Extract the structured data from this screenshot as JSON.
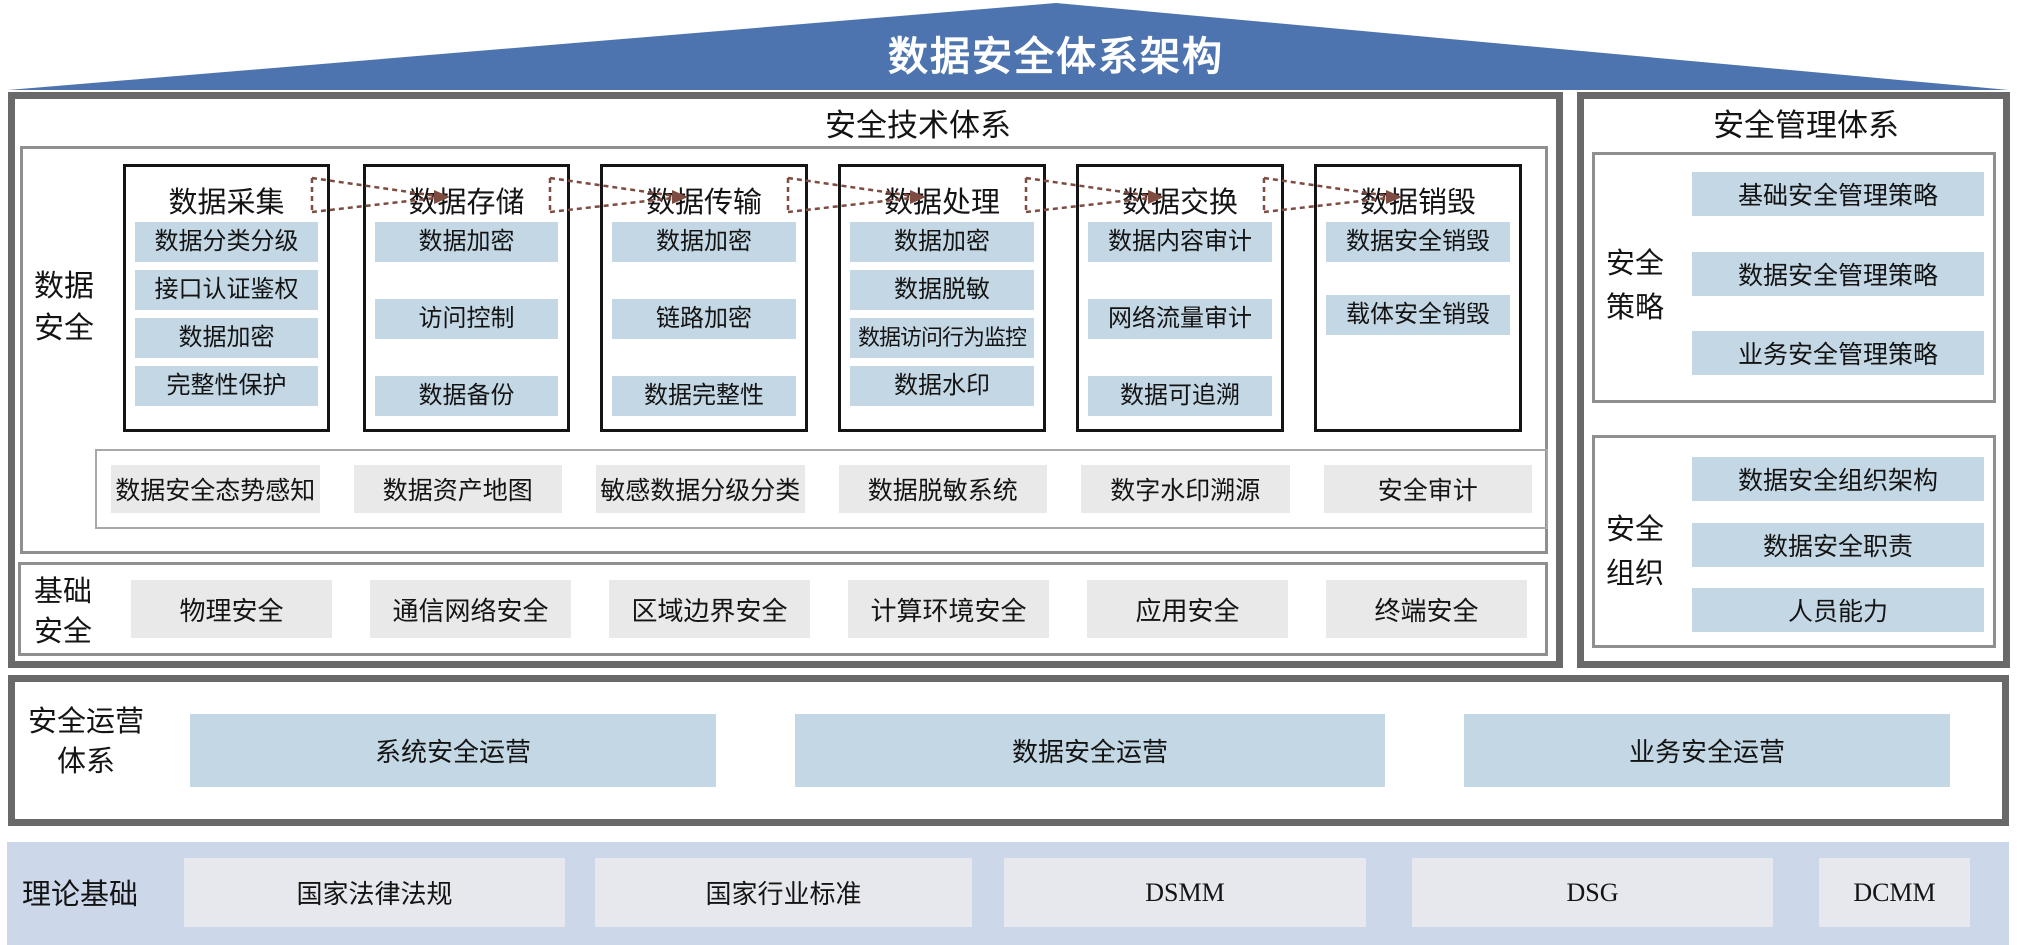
{
  "title": "数据安全体系架构",
  "tech": {
    "title": "安全技术体系",
    "side_label": "数据安全",
    "columns": [
      {
        "header": "数据采集",
        "items": [
          "数据分类分级",
          "接口认证鉴权",
          "数据加密",
          "完整性保护"
        ]
      },
      {
        "header": "数据存储",
        "items": [
          "数据加密",
          "访问控制",
          "数据备份"
        ]
      },
      {
        "header": "数据传输",
        "items": [
          "数据加密",
          "链路加密",
          "数据完整性"
        ]
      },
      {
        "header": "数据处理",
        "items": [
          "数据加密",
          "数据脱敏",
          "数据访问行为监控",
          "数据水印"
        ]
      },
      {
        "header": "数据交换",
        "items": [
          "数据内容审计",
          "网络流量审计",
          "数据可追溯"
        ]
      },
      {
        "header": "数据销毁",
        "items": [
          "数据安全销毁",
          "载体安全销毁"
        ]
      }
    ],
    "tools": [
      "数据安全态势感知",
      "数据资产地图",
      "敏感数据分级分类",
      "数据脱敏系统",
      "数字水印溯源",
      "安全审计"
    ],
    "base": {
      "side_label": "基础安全",
      "items": [
        "物理安全",
        "通信网络安全",
        "区域边界安全",
        "计算环境安全",
        "应用安全",
        "终端安全"
      ]
    }
  },
  "mgmt": {
    "title": "安全管理体系",
    "sections": [
      {
        "side_label": "安全策略",
        "items": [
          "基础安全管理策略",
          "数据安全管理策略",
          "业务安全管理策略"
        ]
      },
      {
        "side_label": "安全组织",
        "items": [
          "数据安全组织架构",
          "数据安全职责",
          "人员能力"
        ]
      }
    ]
  },
  "ops": {
    "side_label": "安全运营体系",
    "items": [
      "系统安全运营",
      "数据安全运营",
      "业务安全运营"
    ]
  },
  "theory": {
    "side_label": "理论基础",
    "items": [
      "国家法律法规",
      "国家行业标准",
      "DSMM",
      "DSG",
      "DCMM"
    ]
  },
  "colors": {
    "roof_blue": "#4d74ae",
    "item_blue": "#c4d7e5",
    "band_blue": "#ccd7ea",
    "item_gray": "#e9e9e9",
    "border_dark_gray": "#696969",
    "border_mid_gray": "#8f8f8f",
    "arrow_brown": "#7d4b40"
  }
}
